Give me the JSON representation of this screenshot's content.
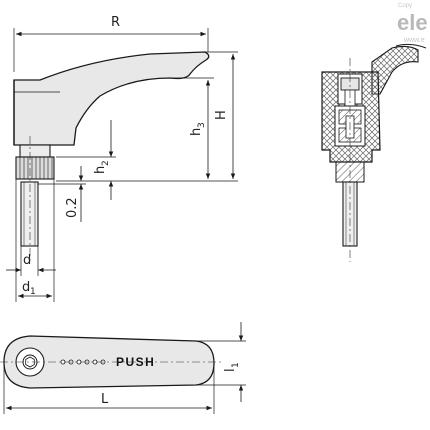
{
  "watermark": {
    "logo_text": "ele",
    "copyright_text": "Copy",
    "web_text": "www.e"
  },
  "dimensions": {
    "R": "R",
    "H": "H",
    "h3_main": "h",
    "h3_sub": "3",
    "h2_main": "h",
    "h2_sub": "2",
    "gap": "0.2",
    "d": "d",
    "d1_main": "d",
    "d1_sub": "1",
    "L": "L",
    "l1_main": "l",
    "l1_sub": "1"
  },
  "top_view": {
    "push_label": "PUSH"
  },
  "colors": {
    "line": "#1a1a1a",
    "handle_fill": "#e8e8e8",
    "section_fill": "#d4d4d4",
    "hatch": "#555555",
    "centerline": "#333333"
  }
}
